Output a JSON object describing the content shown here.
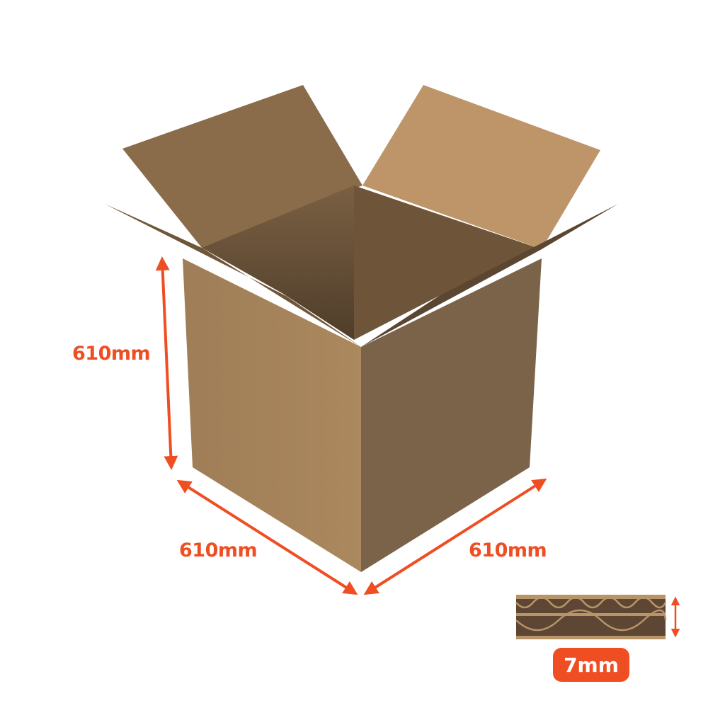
{
  "dimensions": {
    "height": "610mm",
    "width": "610mm",
    "depth": "610mm",
    "wall_thickness": "7mm"
  },
  "colors": {
    "accent": "#ef4e23",
    "box_front": "#a6845c",
    "box_side": "#7a6348",
    "flap_light": "#bd9569",
    "flute_dark": "#5e4634",
    "flute_light": "#b89469"
  }
}
